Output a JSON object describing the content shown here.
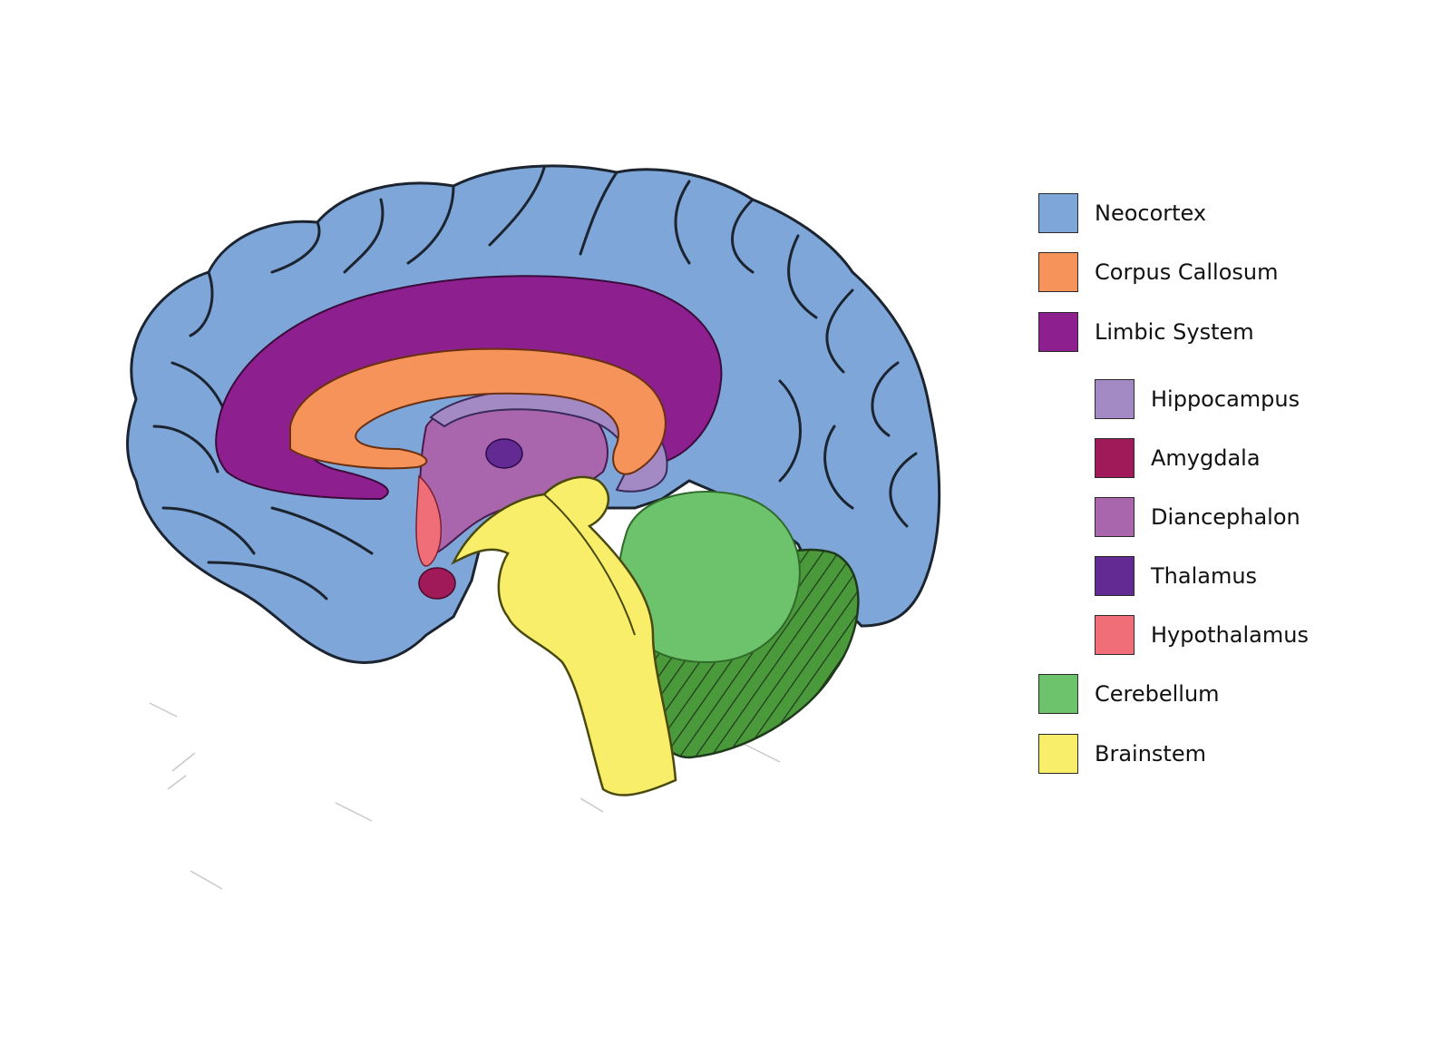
{
  "legend": {
    "items": [
      {
        "label": "Neocortex",
        "color": "#7ea6d8",
        "level": 0
      },
      {
        "label": "Corpus Callosum",
        "color": "#f5935a",
        "level": 0
      },
      {
        "label": "Limbic System",
        "color": "#8e1f8f",
        "level": 0
      },
      {
        "label": "Hippocampus",
        "color": "#a38ac4",
        "level": 1
      },
      {
        "label": "Amygdala",
        "color": "#a01a5a",
        "level": 1
      },
      {
        "label": "Diancephalon",
        "color": "#aa66ad",
        "level": 1
      },
      {
        "label": "Thalamus",
        "color": "#632a93",
        "level": 1
      },
      {
        "label": "Hypothalamus",
        "color": "#f06e78",
        "level": 1
      },
      {
        "label": "Cerebellum",
        "color": "#6cc36c",
        "level": 0
      },
      {
        "label": "Brainstem",
        "color": "#f8ee6a",
        "level": 0
      }
    ]
  },
  "figure": {
    "outline_color": "#1c2430",
    "cerebellum_dark": "#4a9a3c"
  }
}
